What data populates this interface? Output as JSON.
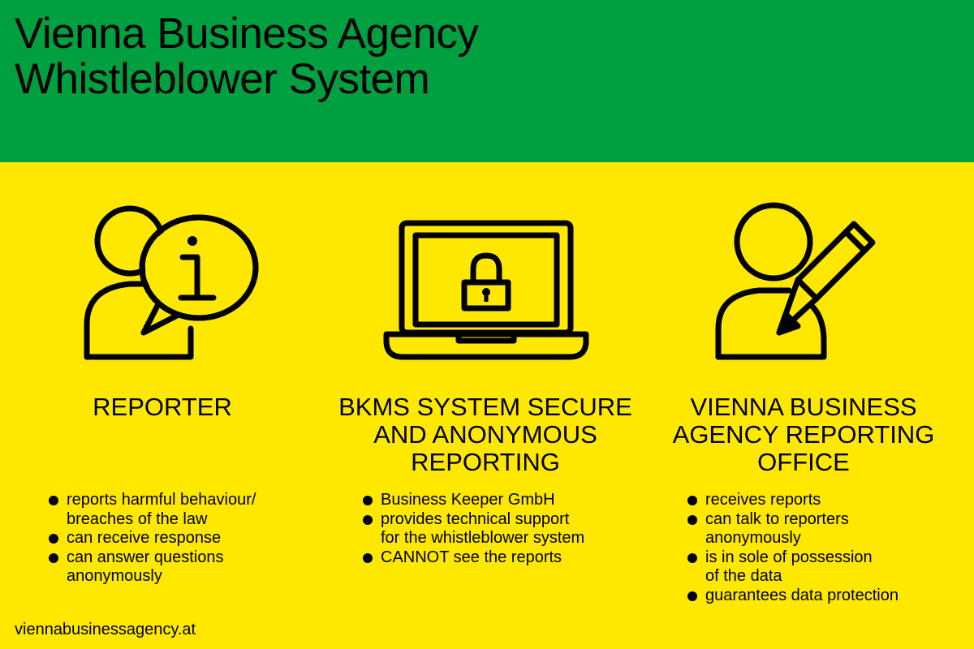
{
  "header": {
    "title_line1": "Vienna Business Agency",
    "title_line2": "Whistleblower System"
  },
  "colors": {
    "header_bg": "#00A040",
    "body_bg": "#FFE800",
    "ink": "#000000"
  },
  "columns": [
    {
      "icon": "person-info-speech-bubble-icon",
      "heading_lines": [
        "REPORTER"
      ],
      "items": [
        [
          "reports harmful behaviour/",
          "breaches of the law"
        ],
        [
          "can receive response"
        ],
        [
          "can answer questions",
          "anonymously"
        ]
      ]
    },
    {
      "icon": "laptop-padlock-icon",
      "heading_lines": [
        "BKMS SYSTEM SECURE",
        "AND ANONYMOUS",
        "REPORTING"
      ],
      "items": [
        [
          "Business Keeper GmbH"
        ],
        [
          "provides technical support",
          "for the whistleblower system"
        ],
        [
          "CANNOT see the reports"
        ]
      ]
    },
    {
      "icon": "person-pencil-icon",
      "heading_lines": [
        "VIENNA BUSINESS",
        "AGENCY REPORTING",
        "OFFICE"
      ],
      "items": [
        [
          "receives reports"
        ],
        [
          "can talk to reporters",
          "anonymously"
        ],
        [
          "is in sole of possession",
          "of the data"
        ],
        [
          "guarantees data protection"
        ]
      ]
    }
  ],
  "footer": {
    "url": "viennabusinessagency.at"
  }
}
